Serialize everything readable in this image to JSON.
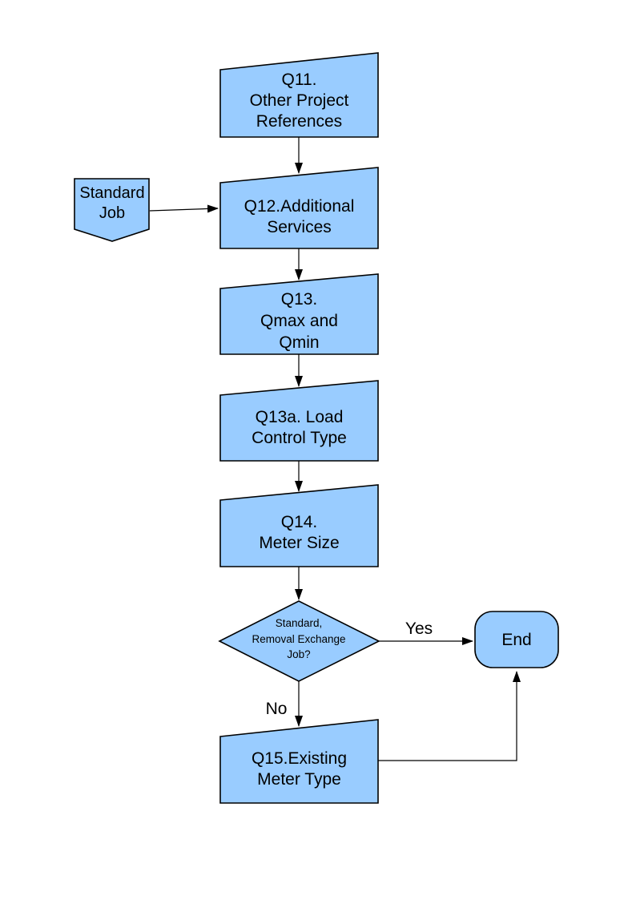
{
  "theme": {
    "node_fill": "#99ccff",
    "node_stroke": "#000000",
    "edge_color": "#000000",
    "page_background": "#ffffff"
  },
  "flowchart": {
    "nodes": {
      "q11": "Q11.\nOther Project\nReferences",
      "standard_job": "Standard\nJob",
      "q12": "Q12.Additional\nServices",
      "q13": "Q13.\nQmax and\nQmin",
      "q13a": "Q13a. Load\nControl Type",
      "q14": "Q14.\nMeter Size",
      "decision": "Standard,\nRemoval Exchange\nJob?",
      "end": "End",
      "q15": "Q15.Existing\nMeter Type"
    },
    "edge_labels": {
      "yes": "Yes",
      "no": "No"
    }
  }
}
